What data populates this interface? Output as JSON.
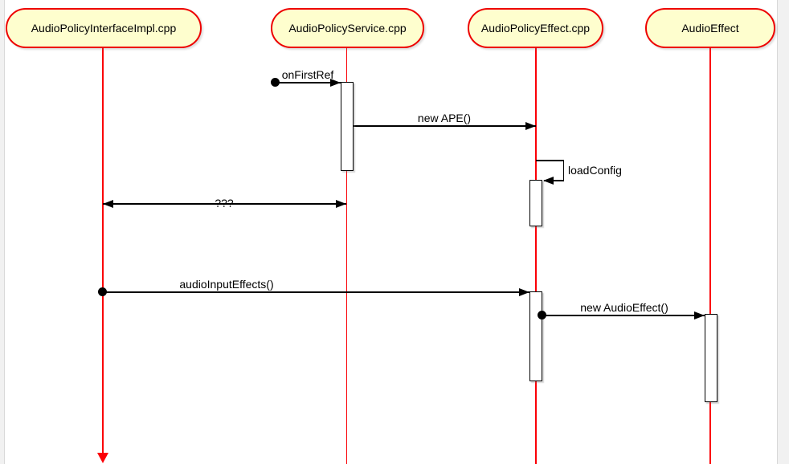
{
  "page": {
    "background_color": "#f1f1f1",
    "canvas_color": "#ffffff"
  },
  "diagram": {
    "type": "uml-sequence-diagram",
    "participants": [
      {
        "label": "AudioPolicyInterfaceImpl.cpp"
      },
      {
        "label": "AudioPolicyService.cpp"
      },
      {
        "label": "AudioPolicyEffect.cpp"
      },
      {
        "label": "AudioEffect"
      }
    ],
    "messages": [
      {
        "label": "onFirstRef",
        "from": "start-circle",
        "to": "AudioPolicyService.cpp",
        "style": "solid-arrow"
      },
      {
        "label": "new APE()",
        "from": "AudioPolicyService.cpp",
        "to": "AudioPolicyEffect.cpp",
        "style": "solid-arrow"
      },
      {
        "label": "loadConfig",
        "from": "AudioPolicyEffect.cpp",
        "to": "AudioPolicyEffect.cpp",
        "style": "self-call"
      },
      {
        "label": "???",
        "from": "AudioPolicyInterfaceImpl.cpp",
        "to": "AudioPolicyService.cpp",
        "style": "double-headed-arrow"
      },
      {
        "label": "audioInputEffects()",
        "from": "AudioPolicyInterfaceImpl.cpp",
        "to": "AudioPolicyEffect.cpp",
        "style": "circle-start-arrow"
      },
      {
        "label": "new AudioEffect()",
        "from": "AudioPolicyEffect.cpp",
        "to": "AudioEffect",
        "style": "circle-start-arrow"
      }
    ],
    "lifeline_end": {
      "participant": "AudioPolicyInterfaceImpl.cpp",
      "marker": "red-arrow-down"
    },
    "colors": {
      "lifeline": "#fb0006",
      "participant_fill": "#fefece",
      "participant_border": "#ee0000",
      "message_line": "#000000",
      "text": "#000000",
      "destroy_arrow": "#fb0006"
    }
  }
}
